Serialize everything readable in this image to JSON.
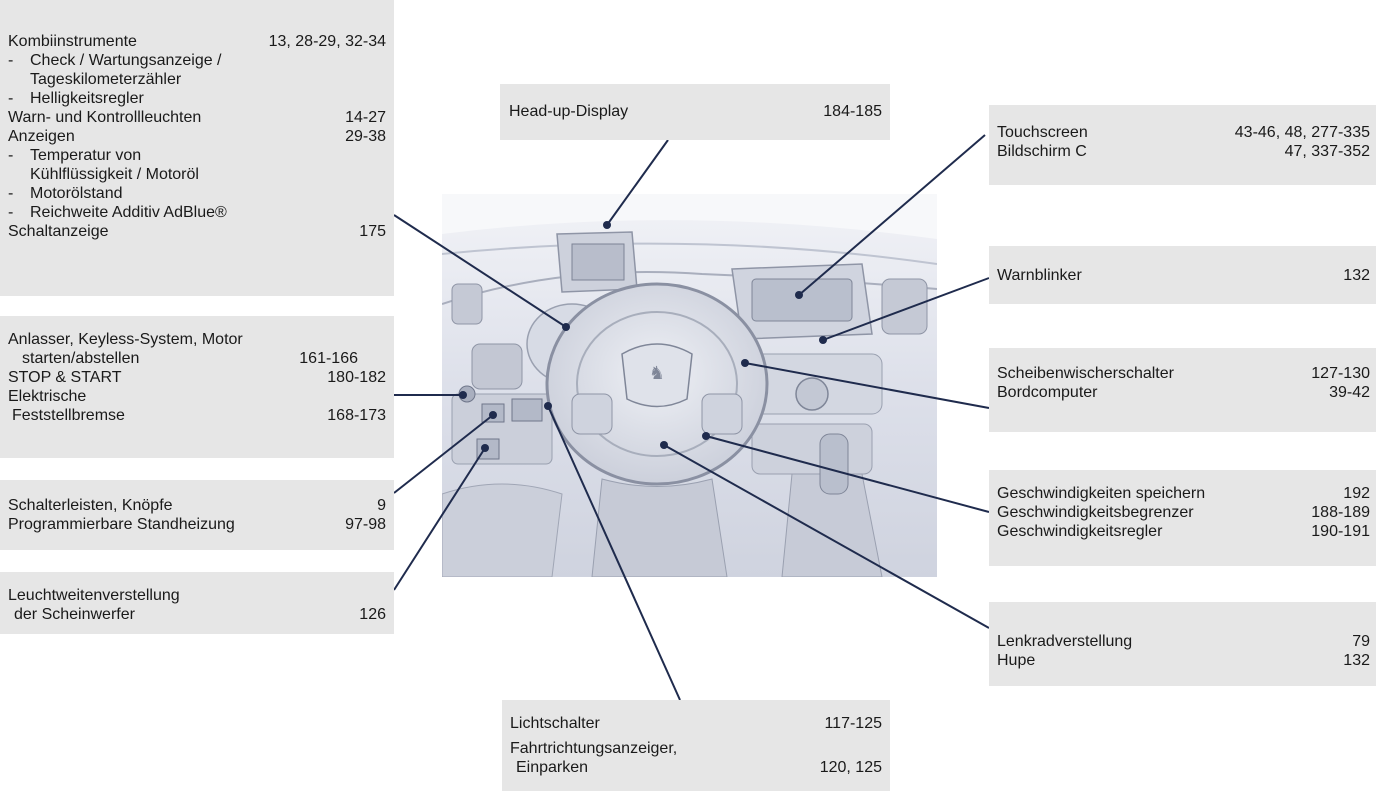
{
  "boxes": {
    "kombi": {
      "title": "Kombiinstrumente",
      "title_pages": "13, 28-29, 32-34",
      "sub1a": "Check / Wartungsanzeige /",
      "sub1b": "Tageskilometerzähler",
      "sub2": "Helligkeitsregler",
      "warn": "Warn- und Kontrollleuchten",
      "warn_pages": "14-27",
      "anz": "Anzeigen",
      "anz_pages": "29-38",
      "sub3a": "Temperatur von",
      "sub3b": "Kühlflüssigkeit / Motoröl",
      "sub4": "Motorölstand",
      "sub5": "Reichweite Additiv AdBlue®",
      "schalt": "Schaltanzeige",
      "schalt_pages": "175",
      "dash": "-"
    },
    "anlasser": {
      "l1": "Anlasser, Keyless-System, Motor",
      "l2": "starten/abstellen",
      "l2_pages": "161-166",
      "l3": "STOP & START",
      "l3_pages": "180-182",
      "l4": "Elektrische",
      "l5": "Feststellbremse",
      "l5_pages": "168-173"
    },
    "schalter": {
      "l1": "Schalterleisten, Knöpfe",
      "l1_pages": "9",
      "l2": "Programmierbare Standheizung",
      "l2_pages": "97-98"
    },
    "leucht": {
      "l1": "Leuchtweitenverstellung",
      "l2": "der Scheinwerfer",
      "l2_pages": "126"
    },
    "hud": {
      "l1": "Head-up-Display",
      "l1_pages": "184-185"
    },
    "licht": {
      "l1": "Lichtschalter",
      "l1_pages": "117-125",
      "l2": "Fahrtrichtungsanzeiger,",
      "l3": "Einparken",
      "l3_pages": "120, 125"
    },
    "touch": {
      "l1": "Touchscreen",
      "l1_pages": "43-46, 48, 277-335",
      "l2": "Bildschirm C",
      "l2_pages": "47, 337-352"
    },
    "warnblinker": {
      "l1": "Warnblinker",
      "l1_pages": "132"
    },
    "wischer": {
      "l1": "Scheibenwischerschalter",
      "l1_pages": "127-130",
      "l2": "Bordcomputer",
      "l2_pages": "39-42"
    },
    "geschw": {
      "l1": "Geschwindigkeiten speichern",
      "l1_pages": "192",
      "l2": "Geschwindigkeitsbegrenzer",
      "l2_pages": "188-189",
      "l3": "Geschwindigkeitsregler",
      "l3_pages": "190-191"
    },
    "lenk": {
      "l1": "Lenkradverstellung",
      "l1_pages": "79",
      "l2": "Hupe",
      "l2_pages": "132"
    }
  },
  "colors": {
    "leader_line": "#1f2b4d",
    "box_bg": "#e6e6e6",
    "photo_bg": "#e4e7ef"
  }
}
